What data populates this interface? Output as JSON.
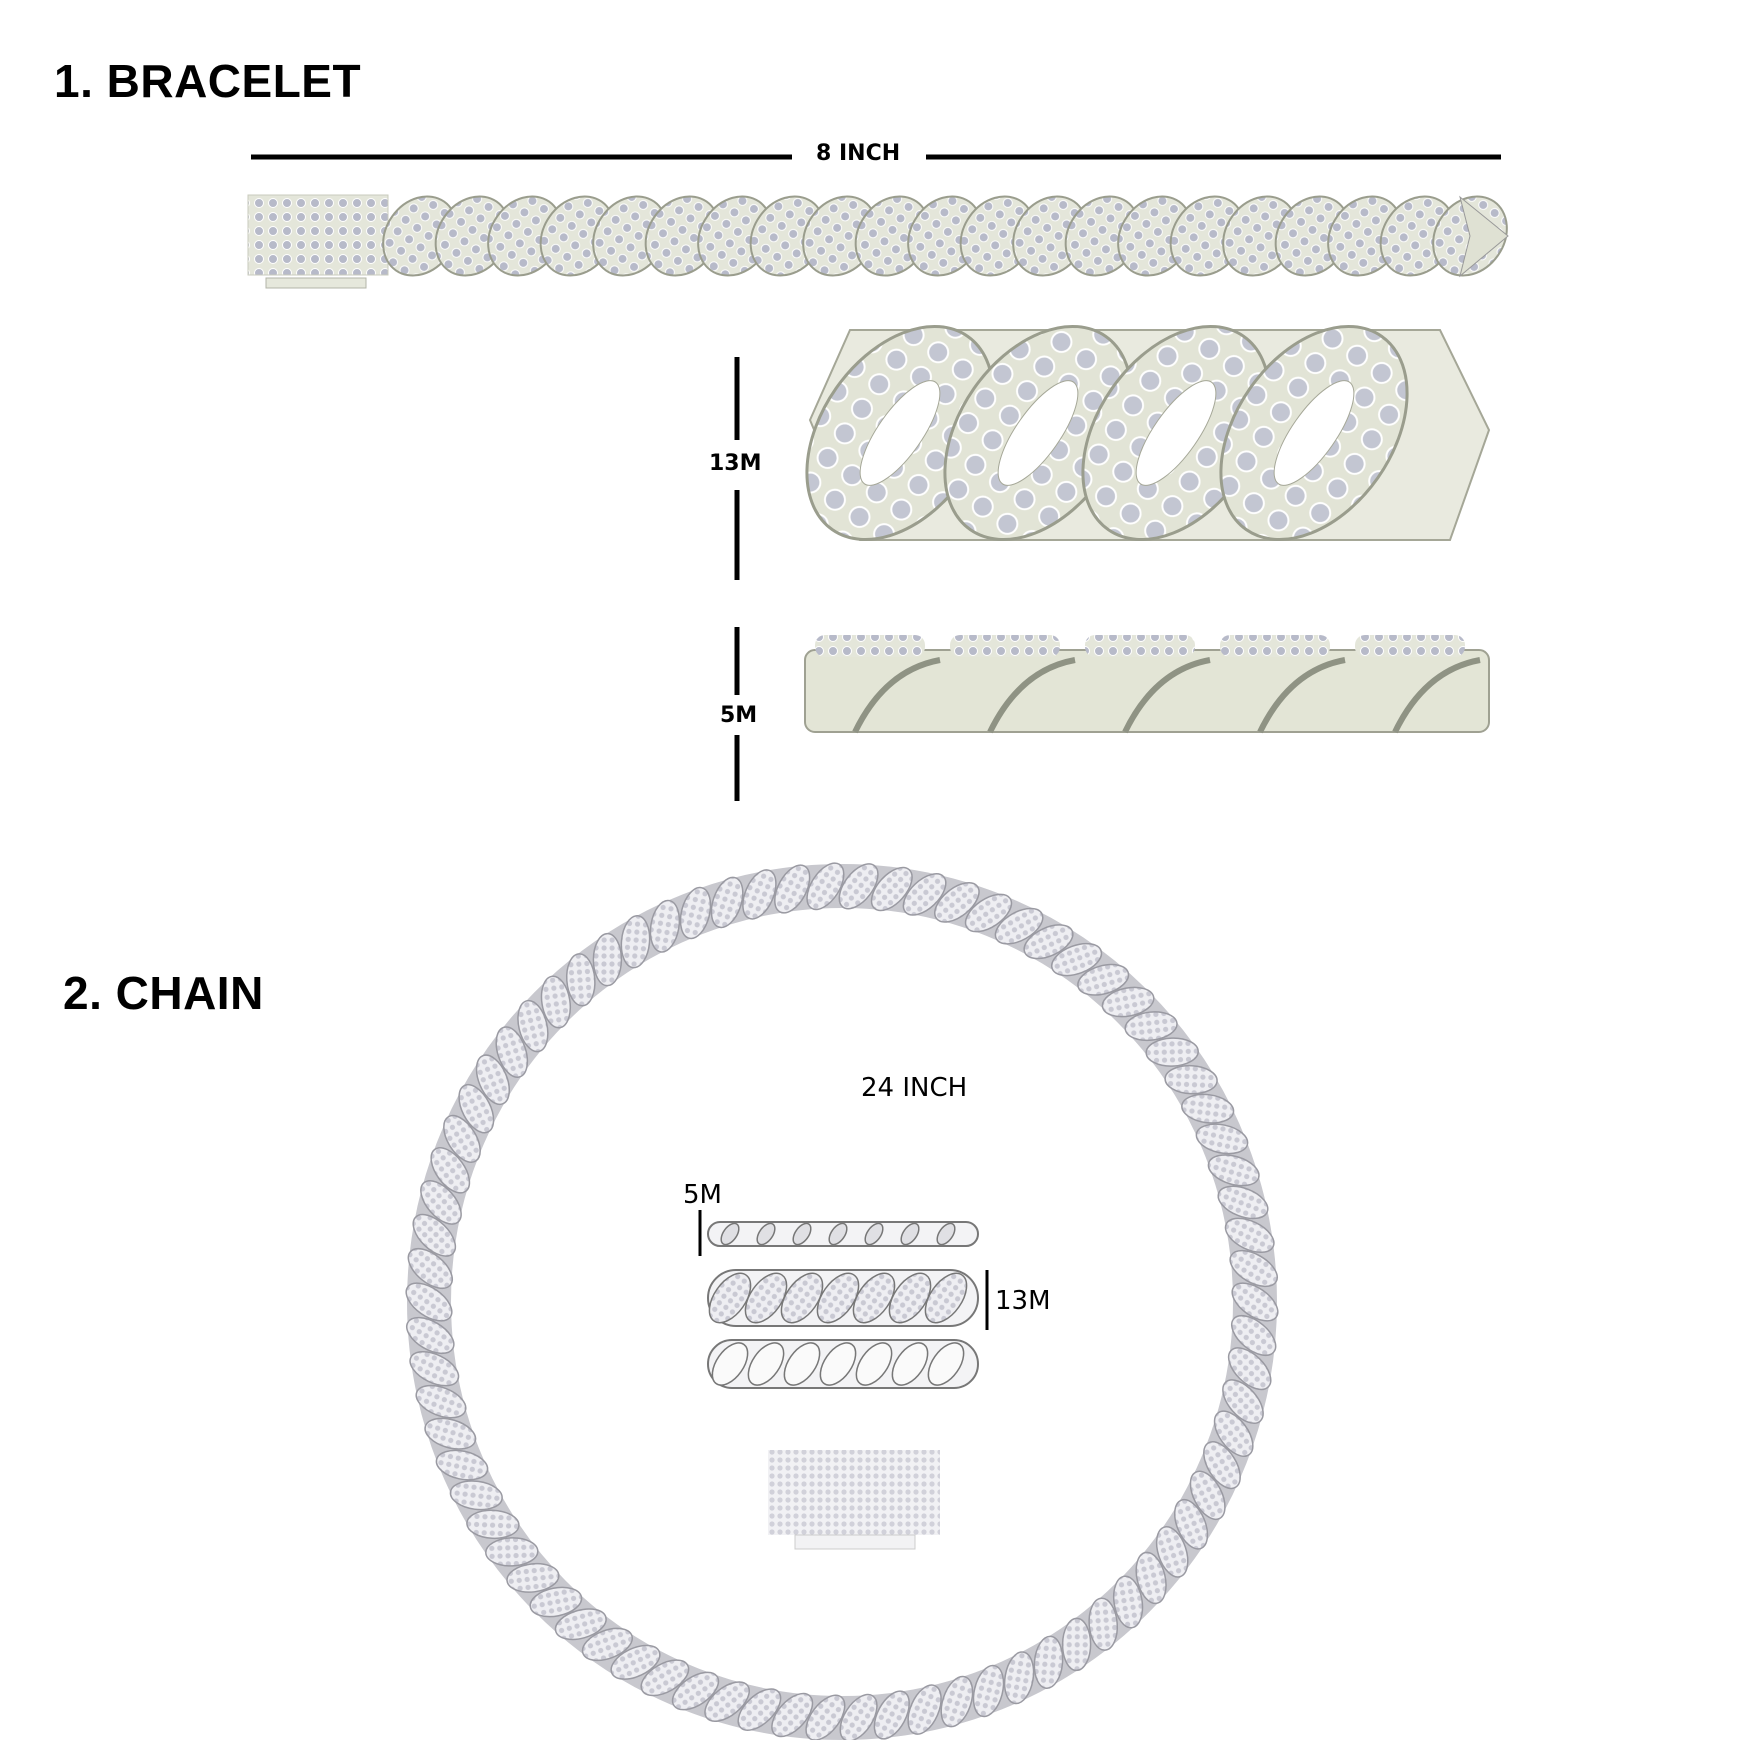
{
  "sections": {
    "bracelet": {
      "title": "1. BRACELET",
      "length_label": "8 INCH",
      "width_label": "13M",
      "thickness_label": "5M"
    },
    "chain": {
      "title": "2. CHAIN",
      "length_label": "24 INCH",
      "thickness_label": "5M",
      "width_label": "13M"
    }
  },
  "colors": {
    "metal": "#d9dccb",
    "metal_dark": "#8f9384",
    "stone": "#b9bccb",
    "chain_metal": "#d6d6da",
    "line": "#000000"
  }
}
